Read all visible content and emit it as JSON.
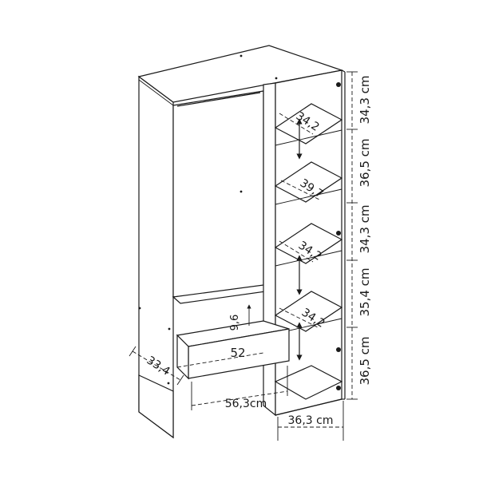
{
  "diagram": {
    "dimensions": {
      "right_heights": [
        "34,3 cm",
        "36,5 cm",
        "34,3 cm",
        "35,4 cm",
        "36,5 cm"
      ],
      "shelf_depth_1": "34,2",
      "shelf_depth_2": "39,7",
      "shelf_depth_3": "34,2",
      "shelf_depth_4": "34,2",
      "drawer_height": "9,6",
      "drawer_width": "52",
      "drawer_depth": "33,4",
      "wardrobe_width": "56,3cm",
      "shelf_width": "36,3 cm"
    },
    "colors": {
      "line": "#1a1a1a",
      "background": "#ffffff"
    }
  }
}
